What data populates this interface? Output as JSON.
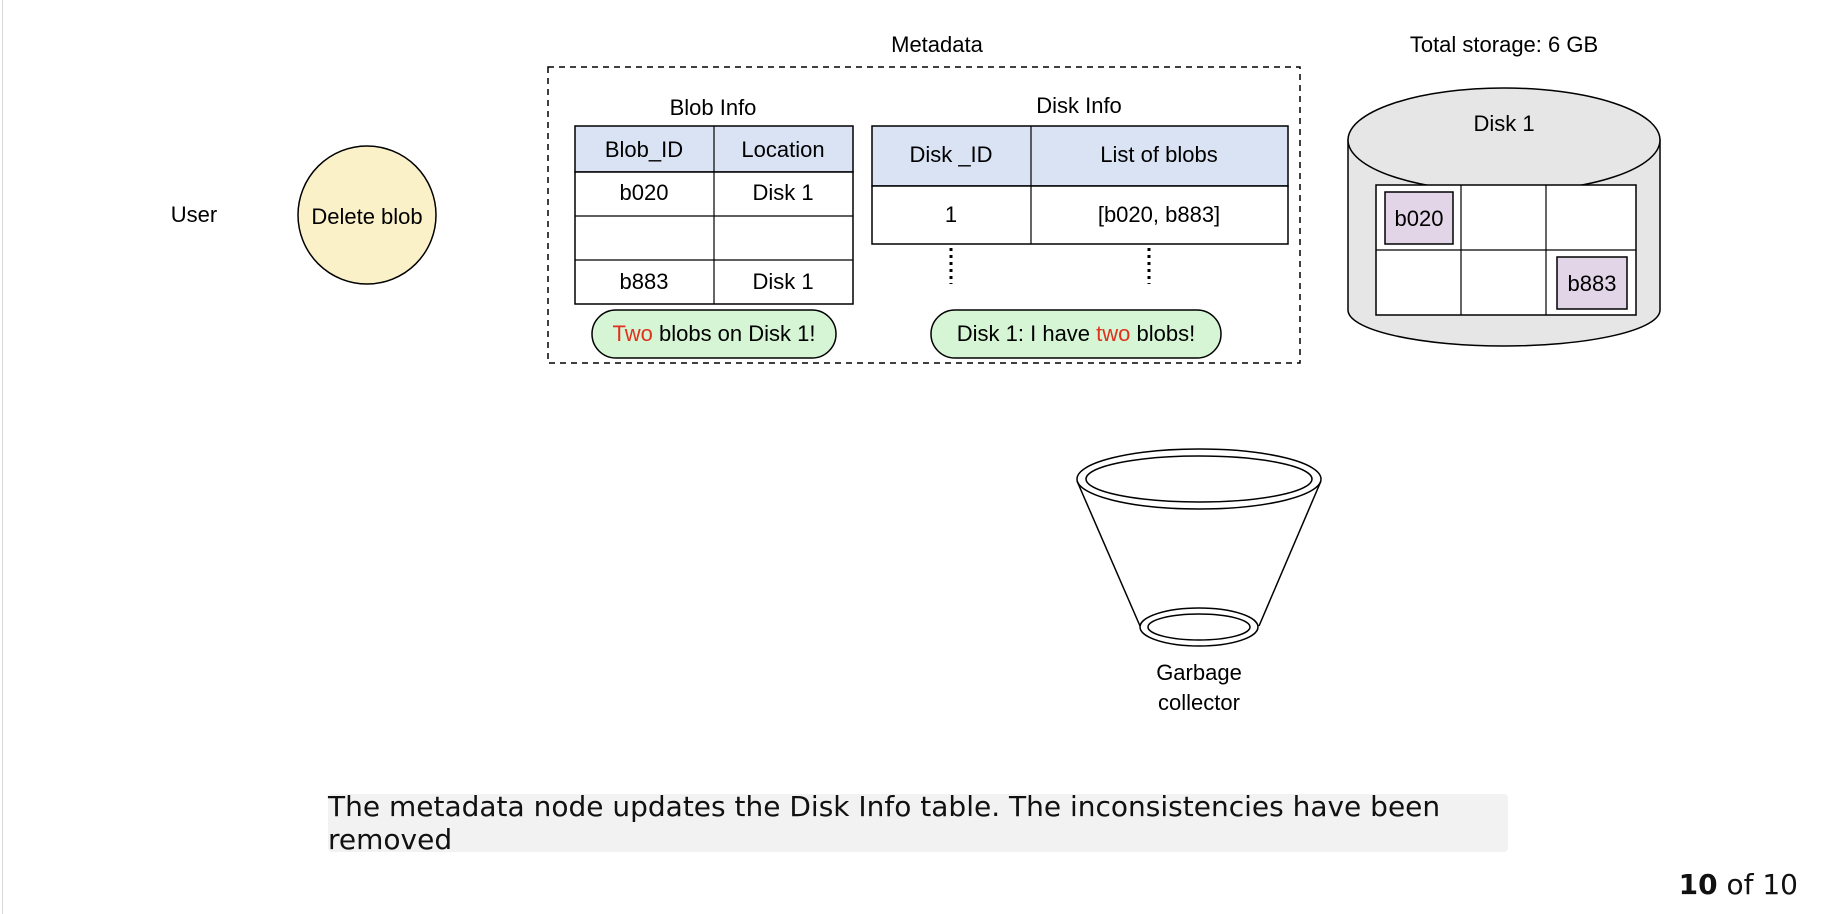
{
  "diagram": {
    "user_label": "User",
    "action_label": "Delete blob",
    "metadata_title": "Metadata",
    "blob_info": {
      "title": "Blob Info",
      "headers": [
        "Blob_ID",
        "Location"
      ],
      "rows": [
        [
          "b020",
          "Disk 1"
        ],
        [
          "",
          ""
        ],
        [
          "b883",
          "Disk 1"
        ]
      ],
      "note": {
        "highlight": "Two",
        "rest": " blobs on Disk 1!"
      }
    },
    "disk_info": {
      "title": "Disk Info",
      "headers": [
        "Disk _ID",
        "List of blobs"
      ],
      "rows": [
        [
          "1",
          "[b020, b883]"
        ]
      ],
      "note": {
        "before": "Disk 1: I have ",
        "highlight": "two",
        "after": " blobs!"
      }
    },
    "storage_label": "Total storage: 6 GB",
    "disk": {
      "name": "Disk 1",
      "slots": [
        "b020",
        "",
        "",
        "",
        "",
        "b883"
      ]
    },
    "gc_label_line1": "Garbage",
    "gc_label_line2": "collector"
  },
  "caption": "The metadata node updates the Disk Info table. The inconsistencies have been removed",
  "pager": {
    "current": "10",
    "sep": " of ",
    "total": "10"
  },
  "colors": {
    "header_fill": "#dae3f3",
    "note_fill": "#d5f5d5",
    "action_fill": "#fbf1c8",
    "disk_fill": "#e6e6e6",
    "blob_fill": "#e1d5e7",
    "highlight_text": "#e0301e"
  }
}
